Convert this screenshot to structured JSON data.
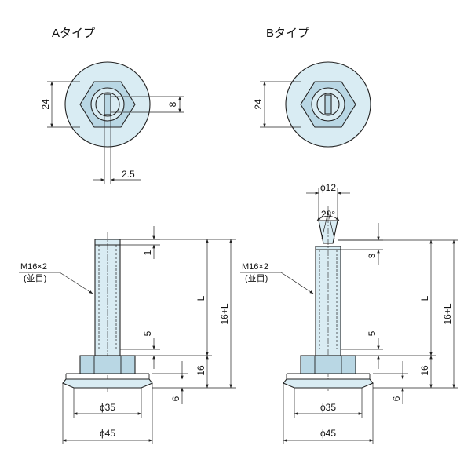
{
  "type_a": {
    "title": "Aタイプ",
    "dims": {
      "hex_height": "24",
      "slot_width": "8",
      "slot_offset": "2.5",
      "thread_note_line1": "M16×2",
      "thread_note_line2": "(並目)",
      "top_chamfer": "1",
      "thread_end": "5",
      "length": "L",
      "overall": "16+L",
      "hex_height_side": "16",
      "base_thickness": "6",
      "base_dia_inner": "ϕ35",
      "base_dia_outer": "ϕ45"
    }
  },
  "type_b": {
    "title": "Bタイプ",
    "dims": {
      "hex_height": "24",
      "tip_dia": "ϕ12",
      "tip_angle": "28°",
      "thread_note_line1": "M16×2",
      "thread_note_line2": "(並目)",
      "tip_length": "3",
      "thread_end": "5",
      "length": "L",
      "overall": "16+L",
      "hex_height_side": "16",
      "base_thickness": "6",
      "base_dia_inner": "ϕ35",
      "base_dia_outer": "ϕ45"
    }
  },
  "colors": {
    "part_fill": "#d9ecf3",
    "part_shade": "#b9d7e4",
    "line": "#222222"
  }
}
